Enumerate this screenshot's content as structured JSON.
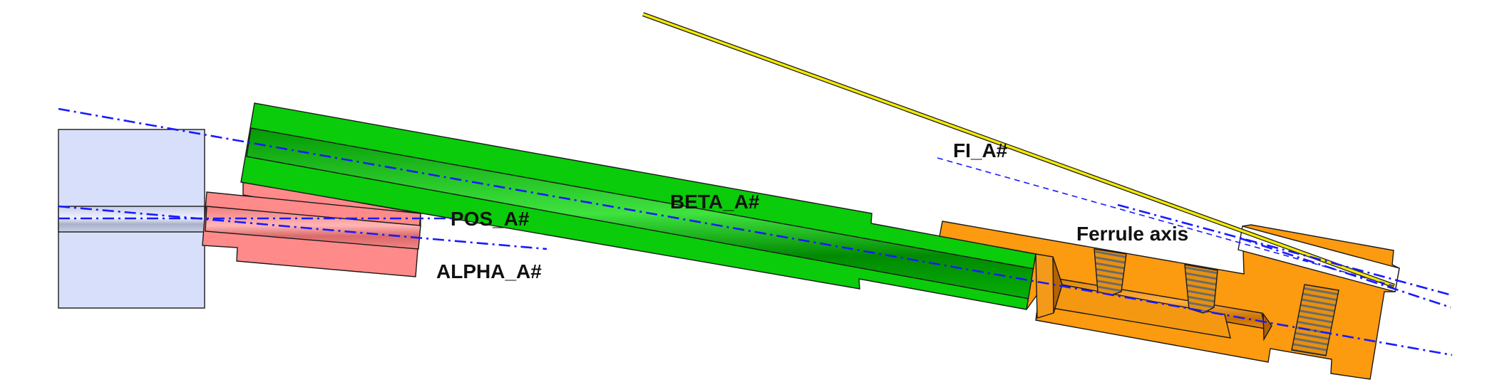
{
  "diagram": {
    "colors": {
      "base_block": "#d8dffa",
      "alpha_part": "#ff8a8a",
      "beta_part": "#0acc0a",
      "ferrule_holder": "#fc9a10",
      "fiber": "#f4ea00",
      "ferrule": "#ffffff",
      "axis_line": "#1a1aff",
      "thread": "#6b6b6b"
    },
    "labels": {
      "fiber": "FI_A#",
      "beta": "BETA_A#",
      "pos": "POS_A#",
      "alpha": "ALPHA_A#",
      "ferrule_axis": "Ferrule axis"
    }
  }
}
